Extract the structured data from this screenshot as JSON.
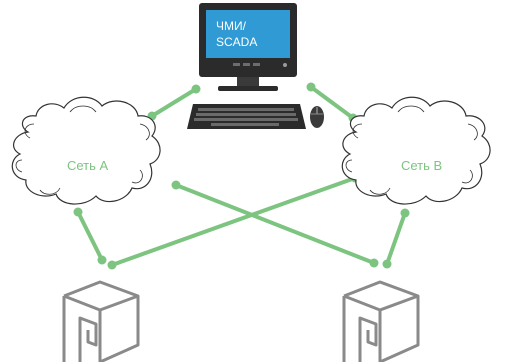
{
  "hmi": {
    "screen_line1": "ЧМИ/",
    "screen_line2": "SCADA"
  },
  "network_a": {
    "label": "Сеть А"
  },
  "network_b": {
    "label": "Сеть В"
  },
  "icons": {
    "workstation": "computer-monitor-keyboard-mouse",
    "cloud": "network-cloud",
    "device": "controller-device"
  },
  "colors": {
    "link": "#7cc47f",
    "screen": "#2f9ad3",
    "screen_text": "#ffffff",
    "cloud_label": "#7cc47f",
    "device": "#8a8a8a",
    "outline": "#333333"
  }
}
